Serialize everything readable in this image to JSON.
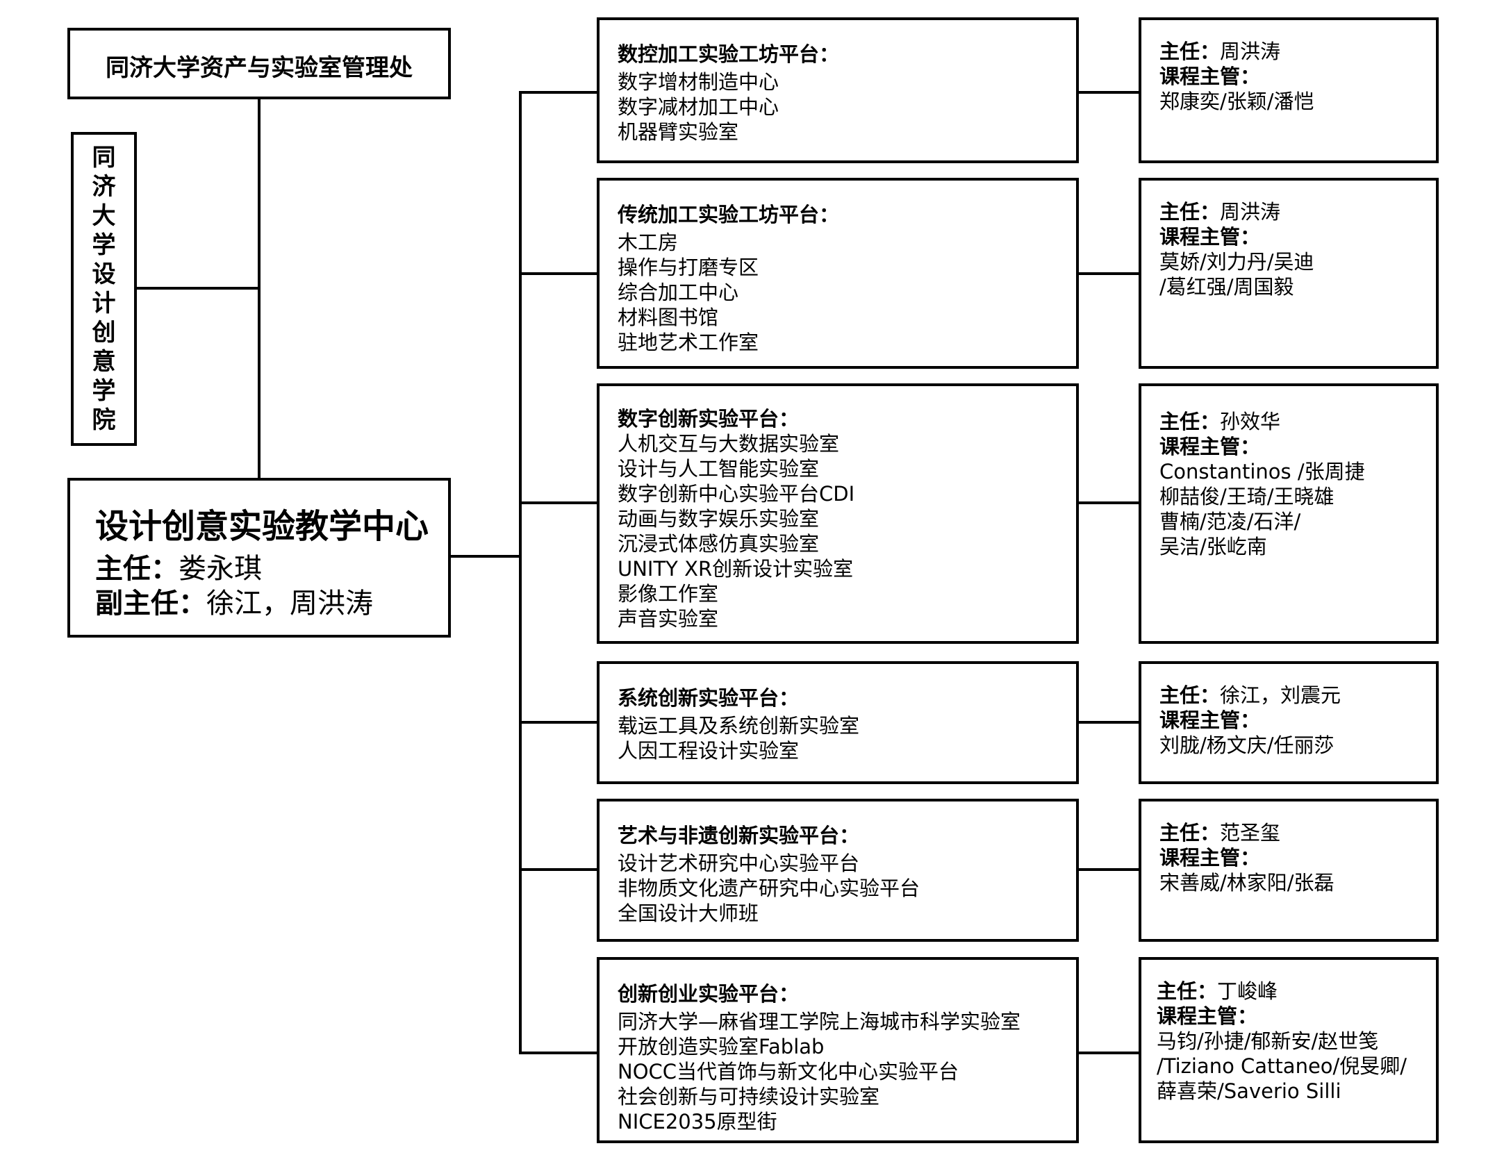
{
  "top": {
    "title": "同济大学资产与实验室管理处"
  },
  "college": {
    "title": "同济大学设计创意学院"
  },
  "center": {
    "title": "设计创意实验教学中心",
    "director_label": "主任：",
    "director": "娄永琪",
    "deputy_label": "副主任：",
    "deputy": "徐江，周洪涛"
  },
  "platforms": [
    {
      "title": "数控加工实验工坊平台：",
      "items": [
        "数字增材制造中心",
        "数字减材加工中心",
        "机器臂实验室"
      ],
      "director_label": "主任：",
      "director": "周洪涛",
      "course_label": "课程主管：",
      "course_lines": [
        "郑康奕/张颖/潘恺"
      ]
    },
    {
      "title": "传统加工实验工坊平台：",
      "items": [
        "木工房",
        "操作与打磨专区",
        "综合加工中心",
        "材料图书馆",
        "驻地艺术工作室"
      ],
      "director_label": "主任：",
      "director": "周洪涛",
      "course_label": "课程主管：",
      "course_lines": [
        "莫娇/刘力丹/吴迪",
        "/葛红强/周国毅"
      ]
    },
    {
      "title": "数字创新实验平台：",
      "items": [
        "人机交互与大数据实验室",
        "设计与人工智能实验室",
        "数字创新中心实验平台CDI",
        "动画与数字娱乐实验室",
        "沉浸式体感仿真实验室",
        "UNITY XR创新设计实验室",
        "影像工作室",
        "声音实验室"
      ],
      "director_label": "主任：",
      "director": "孙效华",
      "course_label": "课程主管：",
      "course_lines": [
        "Constantinos /张周捷",
        "柳喆俊/王琦/王晓雄",
        "曹楠/范凌/石洋/",
        "吴洁/张屹南"
      ]
    },
    {
      "title": "系统创新实验平台：",
      "items": [
        "载运工具及系统创新实验室",
        "人因工程设计实验室"
      ],
      "director_label": "主任：",
      "director": "徐江，刘震元",
      "course_label": "课程主管：",
      "course_lines": [
        "刘胧/杨文庆/任丽莎"
      ]
    },
    {
      "title": "艺术与非遗创新实验平台：",
      "items": [
        "设计艺术研究中心实验平台",
        "非物质文化遗产研究中心实验平台",
        "全国设计大师班"
      ],
      "director_label": "主任：",
      "director": "范圣玺",
      "course_label": "课程主管：",
      "course_lines": [
        "宋善威/林家阳/张磊"
      ]
    },
    {
      "title": "创新创业实验平台：",
      "items": [
        "同济大学—麻省理工学院上海城市科学实验室",
        "开放创造实验室Fablab",
        "NOCC当代首饰与新文化中心实验平台",
        "社会创新与可持续设计实验室",
        "NICE2035原型街"
      ],
      "director_label": "主任：",
      "director": "丁峻峰",
      "course_label": "课程主管：",
      "course_lines": [
        "马钧/孙捷/郁新安/赵世笺",
        "/Tiziano Cattaneo/倪旻卿/",
        "薛喜荣/Saverio Silli"
      ]
    }
  ]
}
